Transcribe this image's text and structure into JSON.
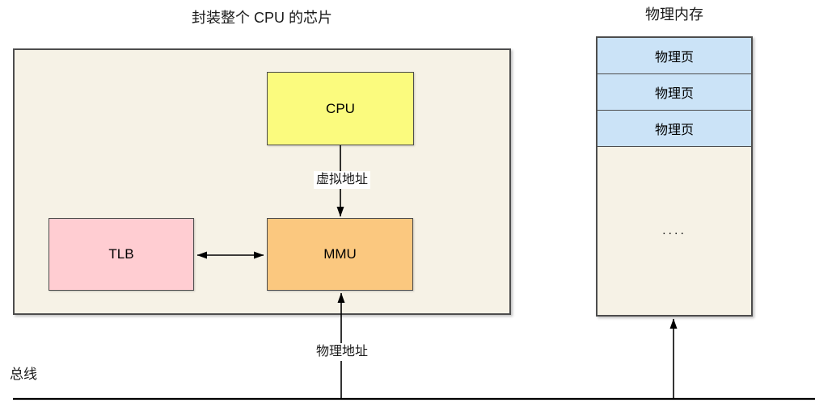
{
  "titles": {
    "chip": "封装整个 CPU 的芯片",
    "memory": "物理内存"
  },
  "chip": {
    "cpu_label": "CPU",
    "tlb_label": "TLB",
    "mmu_label": "MMU"
  },
  "edges": {
    "virtual_address": "虚拟地址",
    "physical_address": "物理地址",
    "bus": "总线"
  },
  "memory": {
    "pages": [
      "物理页",
      "物理页",
      "物理页"
    ],
    "ellipsis": "...."
  },
  "colors": {
    "cpu_fill": "#FBFB7E",
    "tlb_fill": "#FFCDD2",
    "mmu_fill": "#FBC87F",
    "page_fill": "#CBE3F7",
    "panel_fill": "#F6F2E6",
    "border": "#4D4D4D",
    "line": "#000000"
  }
}
